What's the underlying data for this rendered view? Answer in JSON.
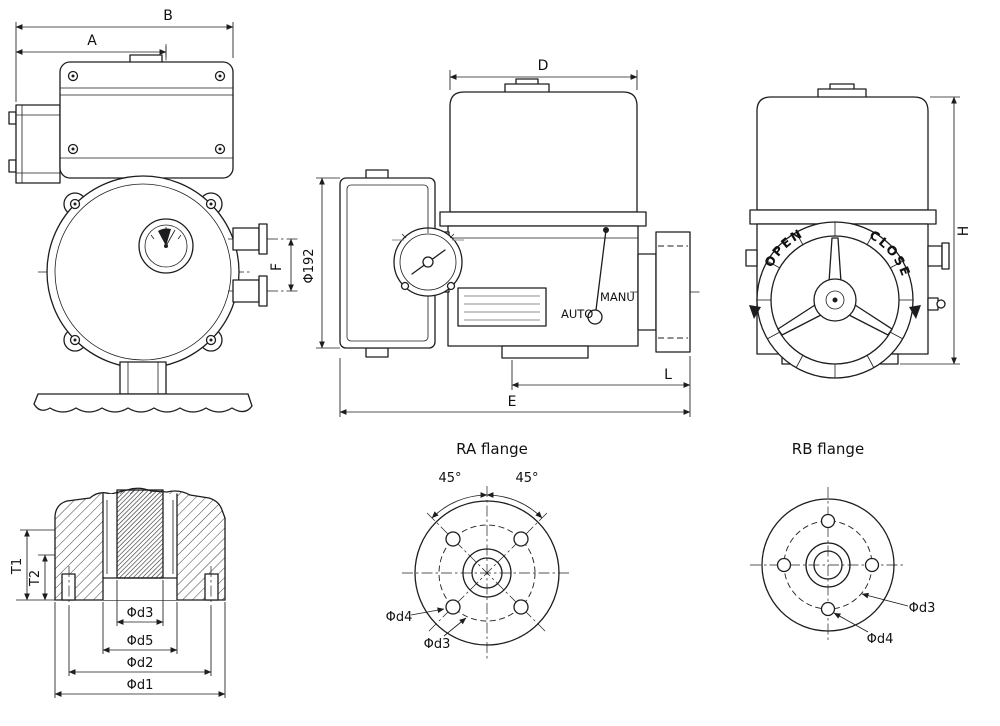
{
  "drawing": {
    "colors": {
      "line": "#1d1d1f",
      "background": "#ffffff",
      "hatch": "#2a2a2e"
    },
    "front_view": {
      "dim_b": "B",
      "dim_a": "A",
      "dim_f": "F"
    },
    "side_view": {
      "dim_d": "D",
      "dim_phi192": "Φ192",
      "label_manu": "MANU",
      "label_auto": "AUTO",
      "dim_l": "L",
      "dim_e": "E"
    },
    "rear_view": {
      "dim_h": "H",
      "label_open": "OPEN",
      "label_close": "CLOSE"
    },
    "section_view": {
      "dim_t1": "T1",
      "dim_t2": "T2",
      "dim_d3": "Φd3",
      "dim_d5": "Φd5",
      "dim_d2": "Φd2",
      "dim_d1": "Φd1"
    },
    "ra_flange": {
      "title": "RA flange",
      "angle_left": "45°",
      "angle_right": "45°",
      "dim_d4": "Φd4",
      "dim_d3": "Φd3"
    },
    "rb_flange": {
      "title": "RB flange",
      "dim_d3": "Φd3",
      "dim_d4": "Φd4"
    }
  }
}
